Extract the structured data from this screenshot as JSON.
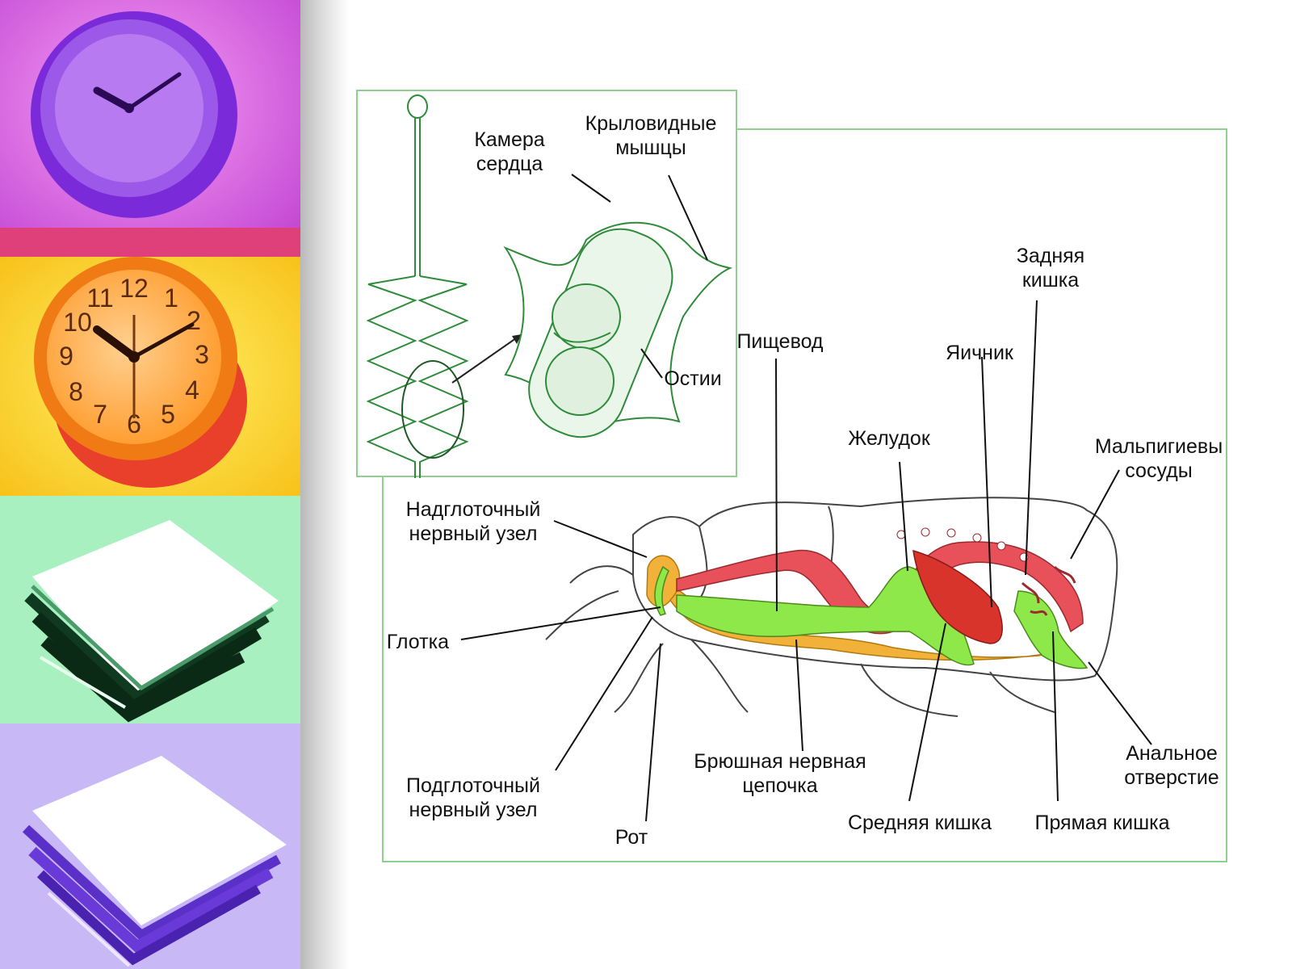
{
  "colors": {
    "frame": "#8fd08f",
    "heart": "#2e8b3a",
    "esophagus": "#e8505a",
    "stomach": "#8ee84a",
    "nerve_cord": "#f2b23a",
    "ovary": "#d8342c",
    "outline": "#444444"
  },
  "sidebar": {
    "panels": [
      {
        "icon": "wall-clock-icon",
        "tint": "#d84ce0"
      },
      {
        "icon": "wall-clock-icon",
        "tint": "#f7c21a"
      },
      {
        "icon": "paper-stack-icon",
        "tint": "#9ef0b5"
      },
      {
        "icon": "paper-stack-icon",
        "tint": "#a98cf2"
      }
    ]
  },
  "labels": {
    "heart_chamber": "Камера\nсердца",
    "wing_muscles": "Крыловидные\nмышцы",
    "ostia": "Остии",
    "hindgut": "Задняя\nкишка",
    "esophagus": "Пищевод",
    "ovary": "Яичник",
    "stomach": "Желудок",
    "malpighian": "Мальпигиевы\nсосуды",
    "supraesophageal": "Надглоточный\nнервный узел",
    "pharynx": "Глотка",
    "subesophageal": "Подглоточный\nнервный узел",
    "mouth": "Рот",
    "nerve_chain": "Брюшная нервная\nцепочка",
    "midgut": "Средняя кишка",
    "rectum": "Прямая кишка",
    "anus": "Анальное\nотверстие"
  }
}
